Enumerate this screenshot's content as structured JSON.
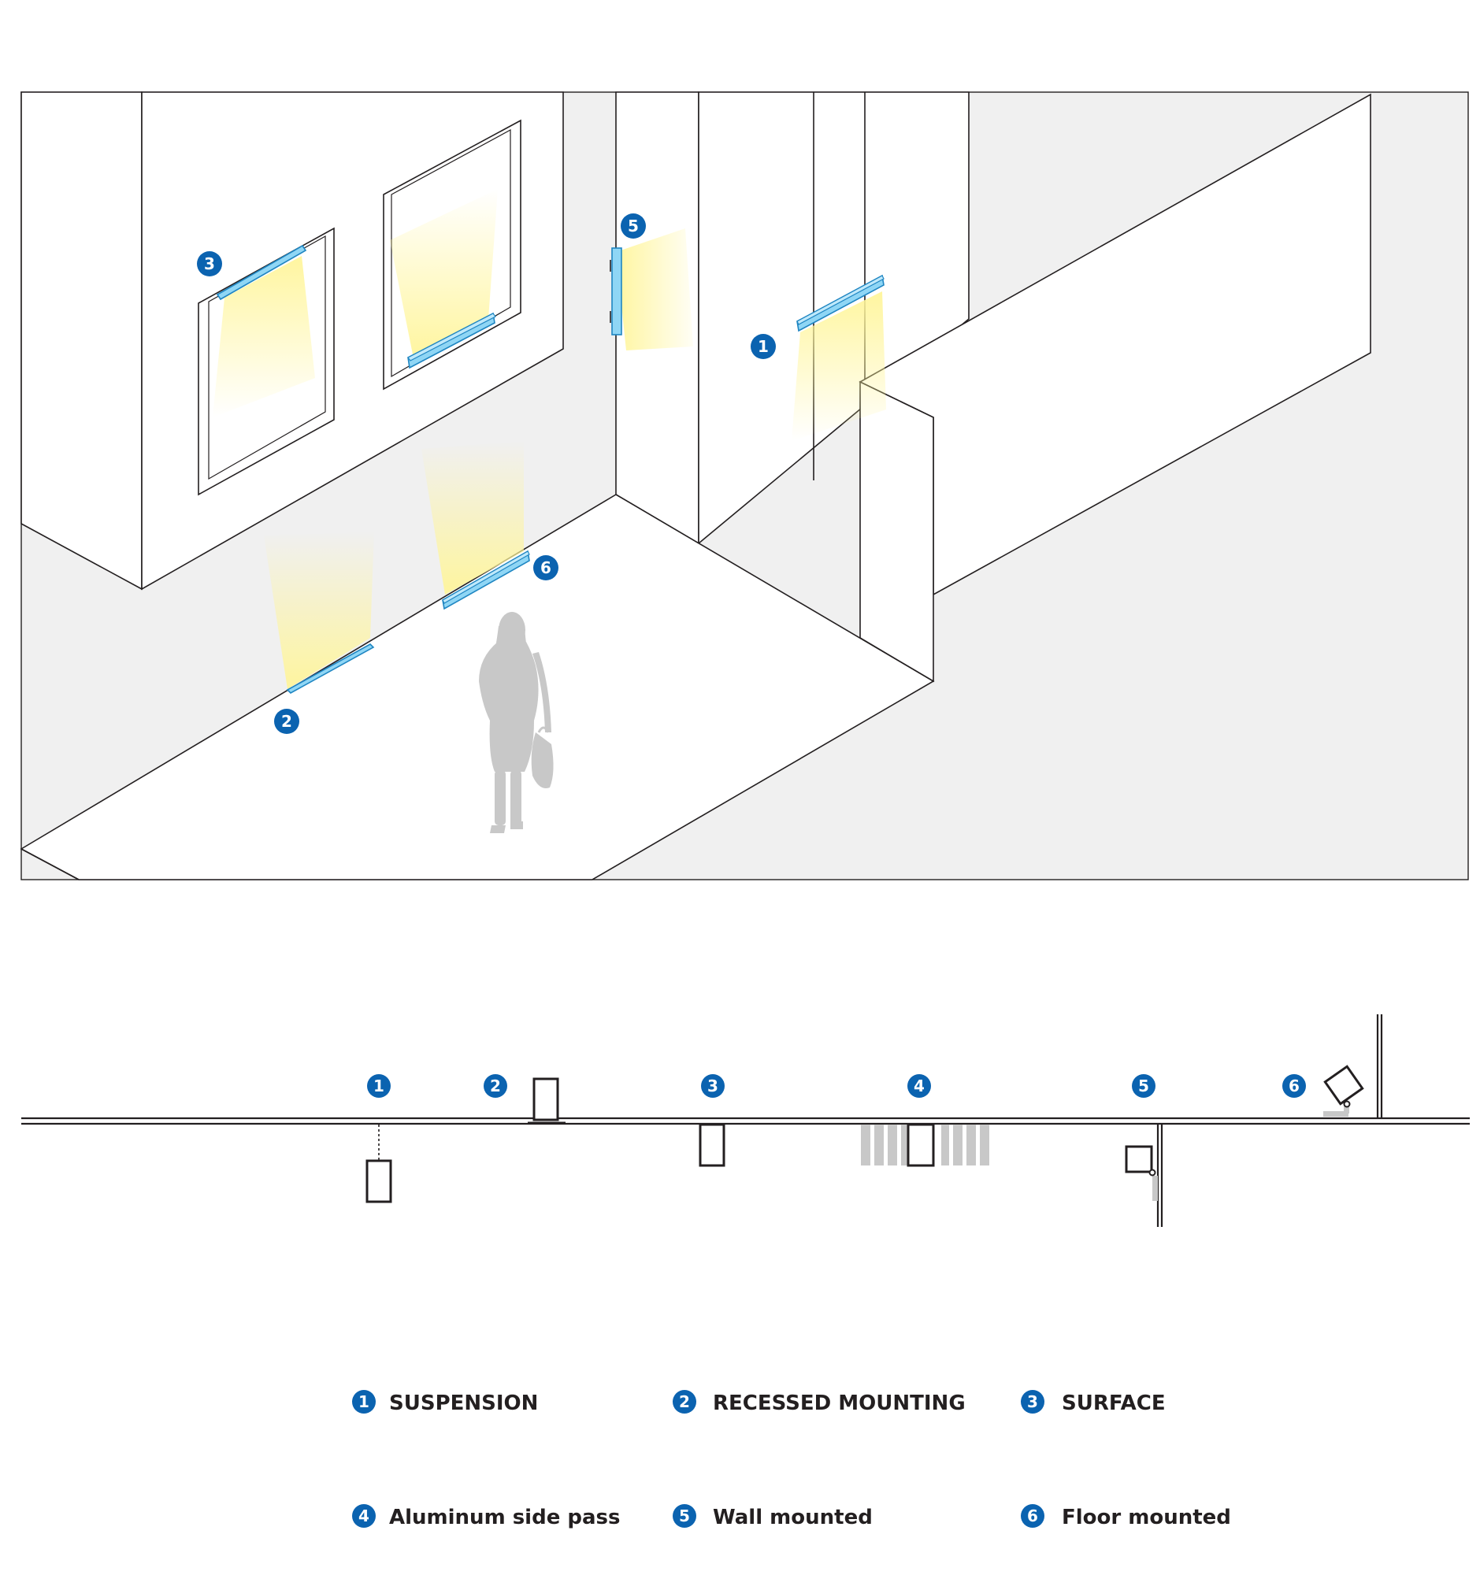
{
  "callouts": [
    "1",
    "2",
    "3",
    "4",
    "5",
    "6"
  ],
  "legend": [
    {
      "number": "1",
      "label": "SUSPENSION"
    },
    {
      "number": "2",
      "label": "RECESSED MOUNTING"
    },
    {
      "number": "3",
      "label": "SURFACE"
    },
    {
      "number": "4",
      "label": "Aluminum side pass"
    },
    {
      "number": "5",
      "label": "Wall mounted"
    },
    {
      "number": "6",
      "label": "Floor mounted"
    }
  ],
  "colors": {
    "badge": "#0b63b0",
    "fixture": "#8fd6f5",
    "light": "#fff59a",
    "figure": "#c8c8c8",
    "background_panel": "#f0f0f0",
    "line": "#231f20"
  },
  "icons": [
    "woman-silhouette-icon"
  ]
}
